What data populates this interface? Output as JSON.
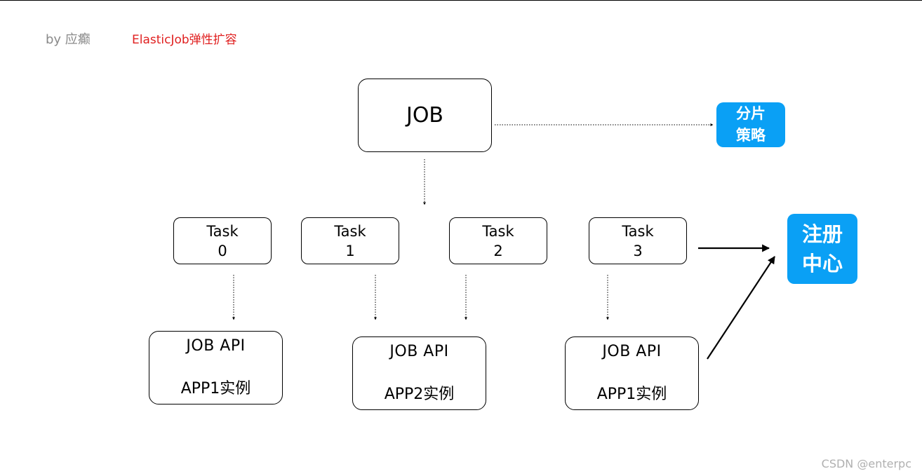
{
  "header": {
    "author": "by 应癫",
    "title": "ElasticJob弹性扩容"
  },
  "job": {
    "label": "JOB"
  },
  "shard_strategy": {
    "line1": "分片",
    "line2": "策略"
  },
  "registry": {
    "line1": "注册",
    "line2": "中心"
  },
  "tasks": [
    {
      "line1": "Task",
      "line2": "0"
    },
    {
      "line1": "Task",
      "line2": "1"
    },
    {
      "line1": "Task",
      "line2": "2"
    },
    {
      "line1": "Task",
      "line2": "3"
    }
  ],
  "apps": [
    {
      "line1": "JOB  API",
      "line2": "APP1实例"
    },
    {
      "line1": "JOB  API",
      "line2": "APP2实例"
    },
    {
      "line1": "JOB  API",
      "line2": "APP1实例"
    }
  ],
  "watermark": "CSDN @enterpc",
  "colors": {
    "accent": "#0aa0f5",
    "title": "#e02020",
    "author": "#8a8a8a"
  }
}
